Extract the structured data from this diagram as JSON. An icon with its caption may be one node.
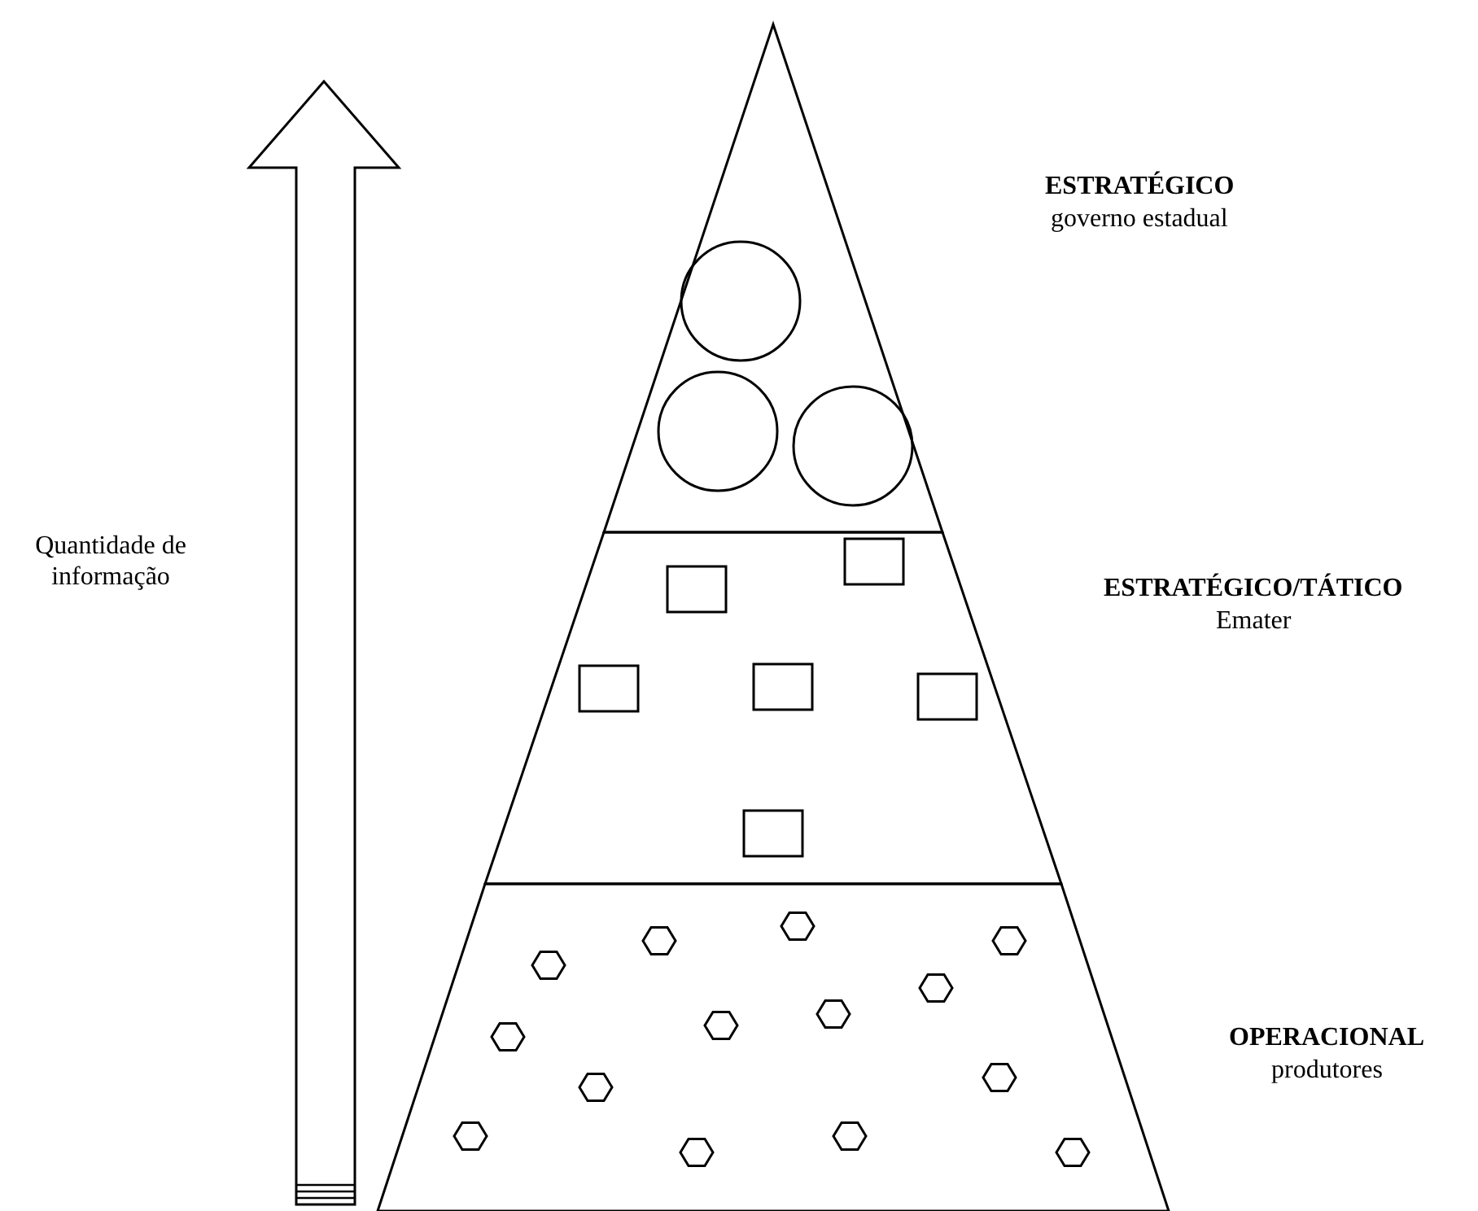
{
  "diagram": {
    "nodes": [
      {
        "text": [
          "ESTRATÉGICO",
          "governo estadual"
        ]
      },
      {
        "text": [
          "ESTRATÉGICO/TÁTICO",
          "Emater"
        ]
      },
      {
        "text": [
          "OPERACIONAL",
          "produtores"
        ]
      },
      {
        "text": [],
        "shape": "circle",
        "in": 0
      },
      {
        "text": [],
        "shape": "circle",
        "in": 0
      },
      {
        "text": [],
        "shape": "circle",
        "in": 0
      },
      {
        "text": [],
        "shape": "box",
        "in": 1
      },
      {
        "text": [],
        "shape": "box",
        "in": 1
      },
      {
        "text": [],
        "shape": "box",
        "in": 1
      },
      {
        "text": [],
        "shape": "box",
        "in": 1
      },
      {
        "text": [],
        "shape": "box",
        "in": 1
      },
      {
        "text": [],
        "shape": "box",
        "in": 1
      },
      {
        "text": [],
        "shape": "hexagon",
        "in": 2
      },
      {
        "text": [],
        "shape": "hexagon",
        "in": 2
      },
      {
        "text": [],
        "shape": "hexagon",
        "in": 2
      },
      {
        "text": [],
        "shape": "hexagon",
        "in": 2
      },
      {
        "text": [],
        "shape": "hexagon",
        "in": 2
      },
      {
        "text": [],
        "shape": "hexagon",
        "in": 2
      },
      {
        "text": [],
        "shape": "hexagon",
        "in": 2
      },
      {
        "text": [],
        "shape": "hexagon",
        "in": 2
      },
      {
        "text": [],
        "shape": "hexagon",
        "in": 2
      },
      {
        "text": [],
        "shape": "hexagon",
        "in": 2
      },
      {
        "text": [],
        "shape": "hexagon",
        "in": 2
      },
      {
        "text": [],
        "shape": "hexagon",
        "in": 2
      },
      {
        "text": [],
        "shape": "hexagon",
        "in": 2
      },
      {
        "text": [],
        "shape": "hexagon",
        "in": 2
      }
    ],
    "labels": [
      "Quantidade de informação"
    ]
  }
}
